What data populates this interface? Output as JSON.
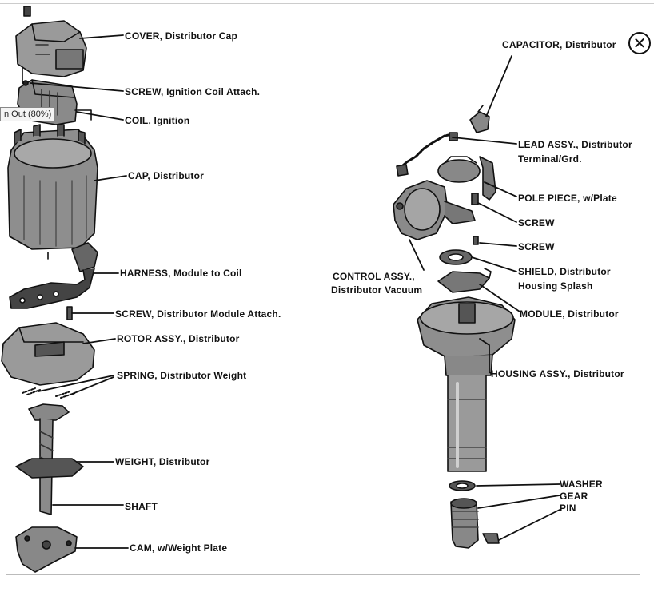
{
  "tooltip": "n Out (80%)",
  "close_icon": "close-icon",
  "labels": {
    "cover": "COVER, Distributor Cap",
    "screw_coil": "SCREW, Ignition Coil Attach.",
    "coil": "COIL, Ignition",
    "cap": "CAP, Distributor",
    "harness": "HARNESS, Module to Coil",
    "screw_module": "SCREW, Distributor Module Attach.",
    "rotor": "ROTOR ASSY., Distributor",
    "spring": "SPRING, Distributor Weight",
    "weight": "WEIGHT, Distributor",
    "shaft": "SHAFT",
    "cam": "CAM, w/Weight Plate",
    "capacitor": "CAPACITOR, Distributor",
    "lead_1": "LEAD ASSY., Distributor",
    "lead_2": "Terminal/Grd.",
    "pole_piece": "POLE PIECE, w/Plate",
    "screw_r1": "SCREW",
    "screw_r2": "SCREW",
    "control_1": "CONTROL ASSY.,",
    "control_2": "Distributor Vacuum",
    "shield_1": "SHIELD, Distributor",
    "shield_2": "Housing Splash",
    "module": "MODULE, Distributor",
    "housing": "HOUSING ASSY., Distributor",
    "washer": "WASHER",
    "gear": "GEAR",
    "pin": "PIN"
  }
}
